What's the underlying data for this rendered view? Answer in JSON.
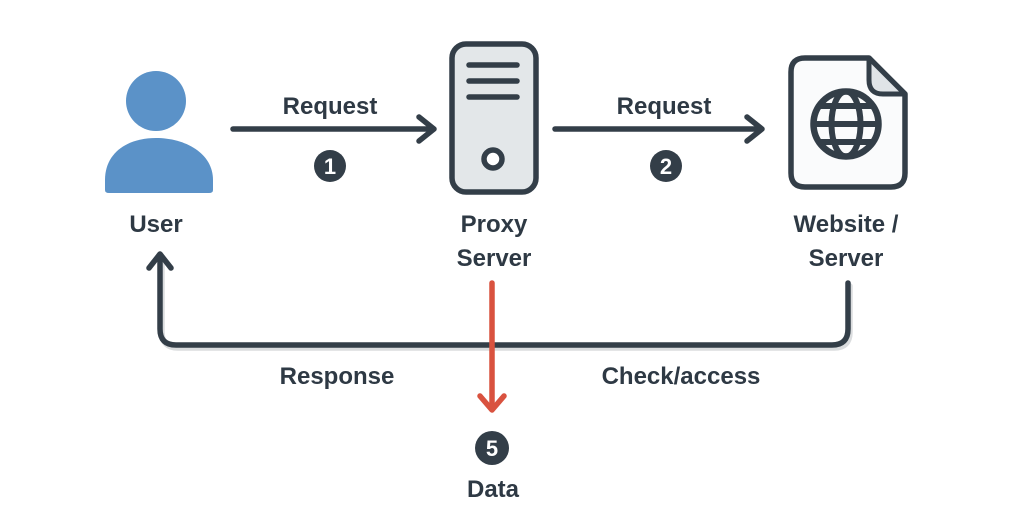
{
  "diagram": {
    "type": "flow-diagram",
    "subject": "proxy-server-request-flow",
    "nodes": {
      "user": {
        "label": "User",
        "icon": "person-icon",
        "color": "#5B92C8"
      },
      "proxy": {
        "label_line1": "Proxy",
        "label_line2": "Server",
        "icon": "server-tower-icon",
        "fill": "#E3E7E9"
      },
      "website": {
        "label_line1": "Website /",
        "label_line2": "Server",
        "icon": "globe-document-icon",
        "fill": "#FAFBFC"
      }
    },
    "edges": {
      "request1": {
        "label": "Request",
        "badge": "1",
        "direction": "user-to-proxy"
      },
      "request2": {
        "label": "Request",
        "badge": "2",
        "direction": "proxy-to-website"
      },
      "response": {
        "label": "Response",
        "direction": "website-to-user"
      },
      "check_access": {
        "label": "Check/access",
        "direction": "website-to-user"
      },
      "data": {
        "label": "Data",
        "badge": "5",
        "color": "#D9523F",
        "direction": "proxy-down"
      }
    },
    "colors": {
      "line_dark": "#333E48",
      "text": "#2E3944",
      "badge_bg": "#333E48",
      "badge_text": "#FFFFFF",
      "accent_red": "#D9523F",
      "accent_blue": "#5B92C8",
      "server_fill": "#E3E7E9",
      "document_fill": "#FAFBFC",
      "background": "#FFFFFF"
    }
  }
}
